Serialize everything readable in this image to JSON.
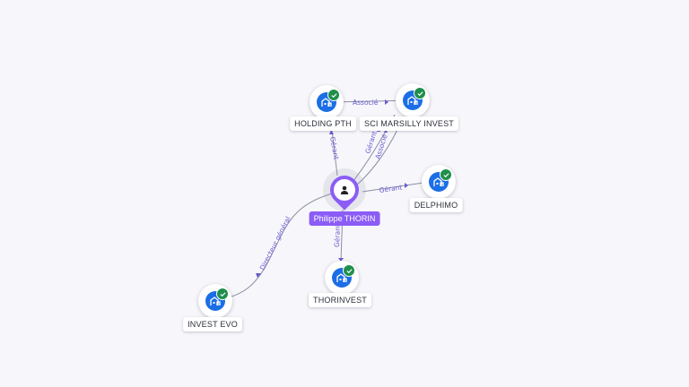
{
  "center": {
    "label": "Philippe THORIN",
    "icon": "person-icon",
    "color": "#8b5cf6"
  },
  "nodes": [
    {
      "id": "holding",
      "label": "HOLDING PTH",
      "icon": "building-icon",
      "status": "verified-check-icon"
    },
    {
      "id": "sci",
      "label": "SCI MARSILLY INVEST",
      "icon": "building-icon",
      "status": "verified-check-icon"
    },
    {
      "id": "delphimo",
      "label": "DELPHIMO",
      "icon": "building-icon",
      "status": "verified-check-icon"
    },
    {
      "id": "thorinvest",
      "label": "THORINVEST",
      "icon": "building-icon",
      "status": "verified-check-icon"
    },
    {
      "id": "investevo",
      "label": "INVEST EVO",
      "icon": "building-icon",
      "status": "verified-check-icon"
    }
  ],
  "edges": [
    {
      "from": "holding",
      "to": "sci",
      "label": "Associé"
    },
    {
      "from": "center",
      "to": "holding",
      "label": "Gérant"
    },
    {
      "from": "center",
      "to": "sci",
      "label": "Gérant"
    },
    {
      "from": "center",
      "to": "sci",
      "label": "Associé"
    },
    {
      "from": "center",
      "to": "delphimo",
      "label": "Gérant"
    },
    {
      "from": "center",
      "to": "thorinvest",
      "label": "Gérant"
    },
    {
      "from": "center",
      "to": "investevo",
      "label": "Directeur général"
    }
  ],
  "colors": {
    "company": "#1b6ee6",
    "verified": "#1f8f4c",
    "edge_label": "#6a5ad0",
    "background": "#f7f7fb"
  }
}
